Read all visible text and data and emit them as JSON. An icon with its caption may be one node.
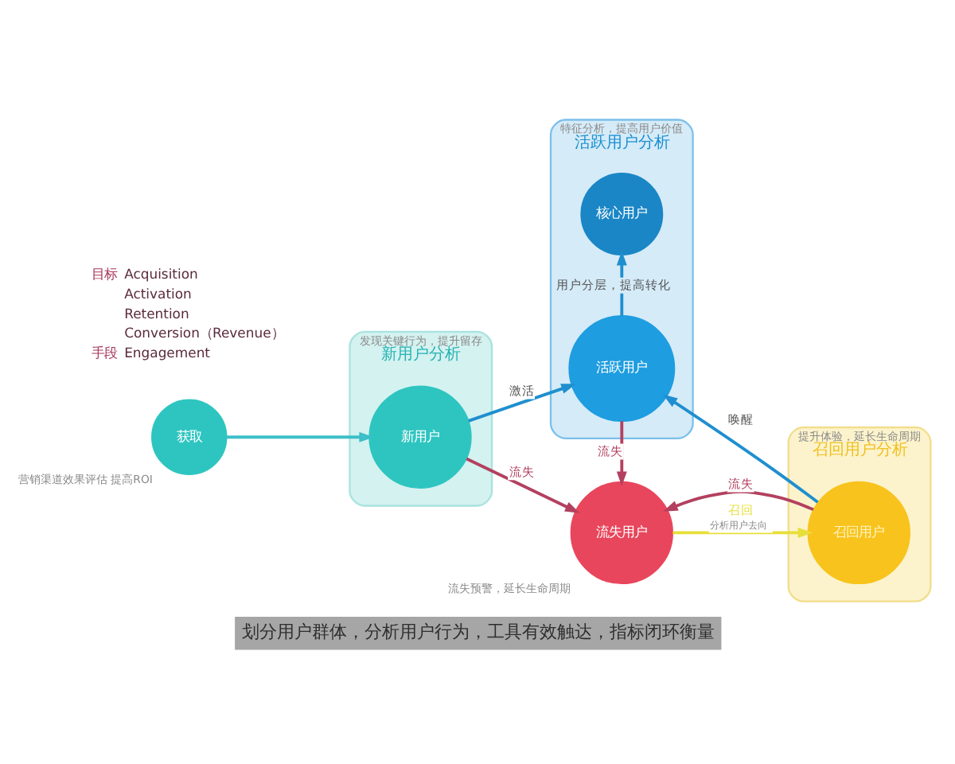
{
  "diagram": {
    "caption": "划分用户群体，分析用户行为，工具有效触达，指标闭环衡量",
    "nodes": [
      {
        "text": [
          "获取"
        ],
        "beside": [
          "营销渠道效果评估 提高ROI"
        ]
      },
      {
        "text": [
          "新用户分析"
        ],
        "beside": [
          "发现关键行为，提升留存"
        ]
      },
      {
        "text": [
          "新用户"
        ],
        "in": 1
      },
      {
        "text": [
          "活跃用户分析"
        ],
        "beside": [
          "特征分析，提高用户价值"
        ]
      },
      {
        "text": [
          "核心用户"
        ],
        "in": 3
      },
      {
        "text": [
          "活跃用户"
        ],
        "in": 3
      },
      {
        "text": [
          "召回用户分析"
        ],
        "beside": [
          "提升体验，延长生命周期"
        ]
      },
      {
        "text": [
          "召回用户"
        ],
        "in": 6
      },
      {
        "text": [
          "流失用户"
        ],
        "beside": [
          "流失预警，延长生命周期"
        ]
      }
    ],
    "edges": [
      {
        "from": 0,
        "to": 2,
        "arrow": "to",
        "color": "#3cbfc8"
      },
      {
        "from": 2,
        "to": 5,
        "arrow": "to",
        "label": "激活"
      },
      {
        "from": 5,
        "to": 4,
        "arrow": "to",
        "label": "用户分层，提高转化"
      },
      {
        "from": 7,
        "to": 5,
        "arrow": "to",
        "label": "唤醒"
      },
      {
        "from": 5,
        "to": 8,
        "arrow": "to",
        "label": "流失",
        "color": "#b3405f"
      },
      {
        "from": 2,
        "to": 8,
        "arrow": "to",
        "label": "流失",
        "color": "#b3405f"
      },
      {
        "from": 7,
        "to": 8,
        "arrow": "to",
        "label": "流失",
        "color": "#b3405f"
      },
      {
        "from": 8,
        "to": 7,
        "arrow": "to",
        "label": "召回",
        "color": "#e8df3a"
      }
    ],
    "labels": [
      "目标",
      "Acquisition",
      "Activation",
      "Retention",
      "Conversion（Revenue）",
      "手段",
      "Engagement",
      "分析用户去向"
    ]
  }
}
